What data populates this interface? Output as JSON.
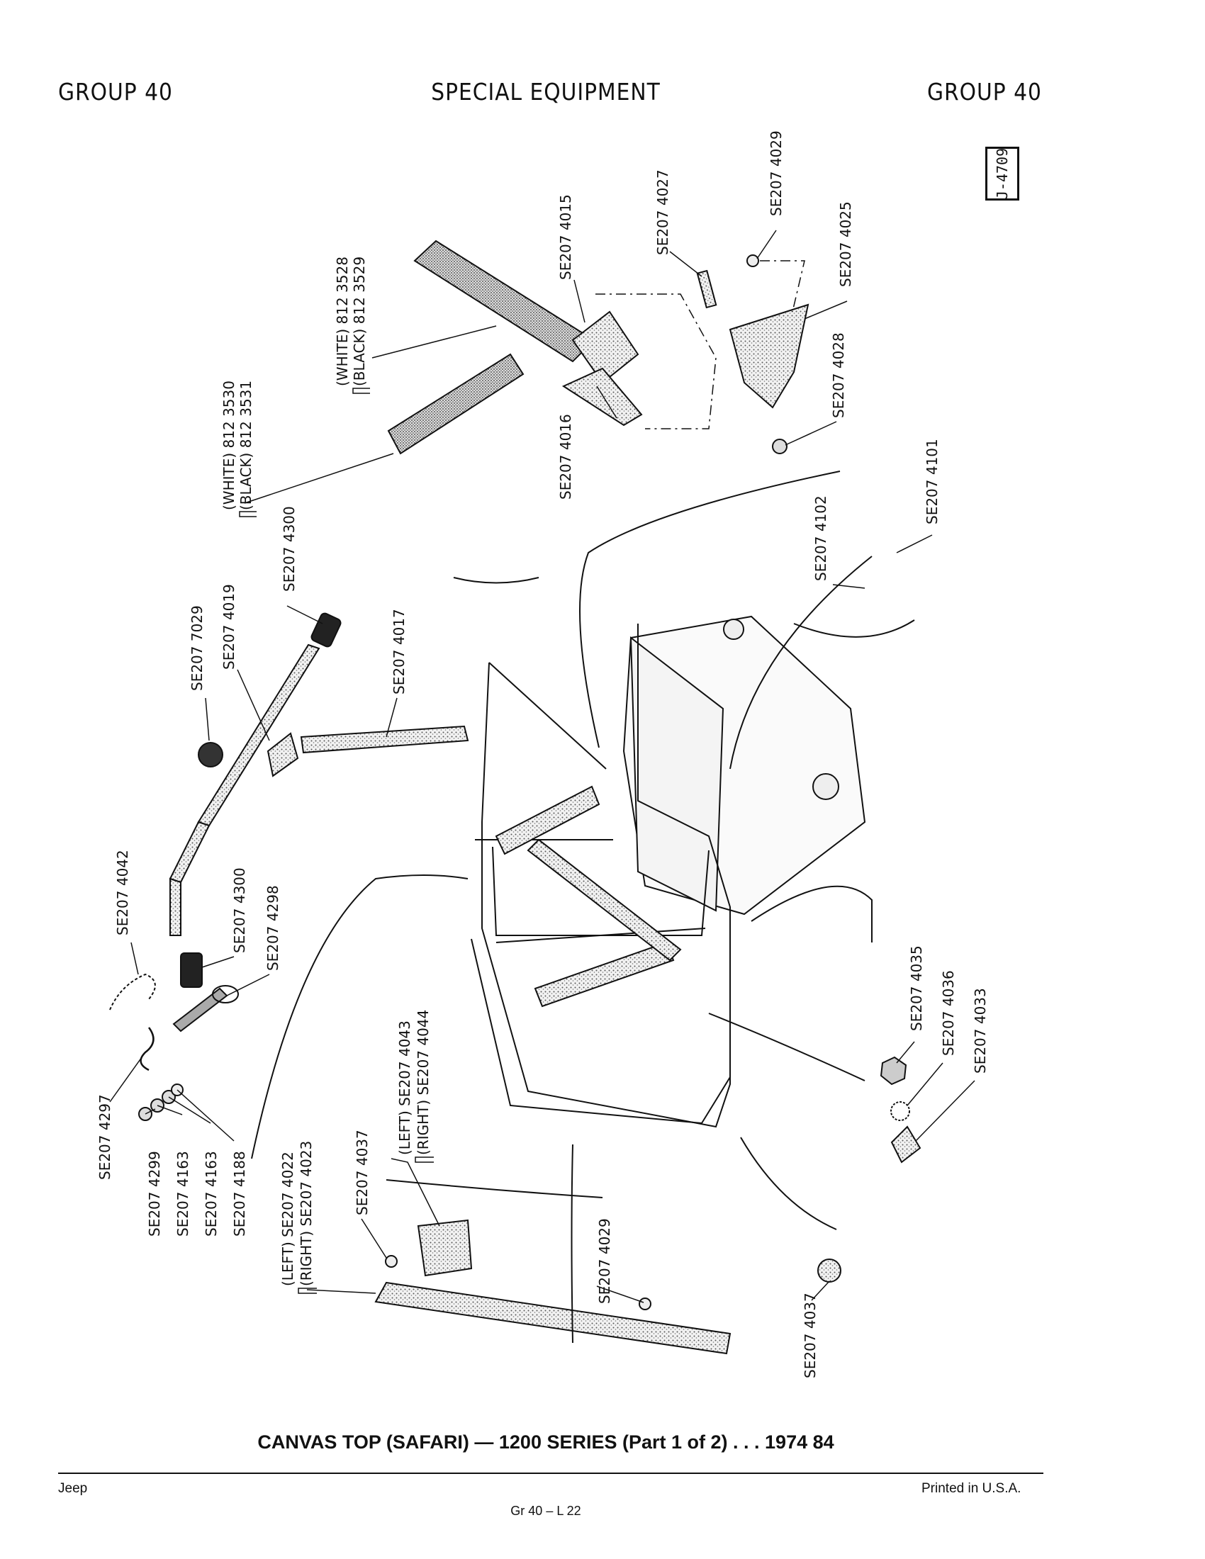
{
  "header": {
    "left": "GROUP 40",
    "center": "SPECIAL EQUIPMENT",
    "right": "GROUP 40"
  },
  "figure_id": "J-4709",
  "caption": "CANVAS TOP (SAFARI) — 1200 SERIES (Part 1 of 2) . . . 1974  84",
  "footer": {
    "left": "Jeep",
    "right": "Printed  in U.S.A.",
    "center": "Gr  40  –  L  22"
  },
  "parts": {
    "bow_front_white": "(WHITE) 812 3528",
    "bow_front_black": "(BLACK) 812 3529",
    "bow_rear_white": "(WHITE) 812 3530",
    "bow_rear_black": "(BLACK) 812 3531",
    "p4015": "SE207 4015",
    "p4016": "SE207 4016",
    "p4027": "SE207 4027",
    "p4029_top": "SE207 4029",
    "p4025": "SE207 4025",
    "p4028": "SE207 4028",
    "p4101": "SE207 4101",
    "p4102": "SE207 4102",
    "p4300_top": "SE207 4300",
    "p7029": "SE207 7029",
    "p4019": "SE207 4019",
    "p4017": "SE207 4017",
    "p4042": "SE207 4042",
    "p4300_mid": "SE207 4300",
    "p4298": "SE207 4298",
    "p4297": "SE207 4297",
    "p4299": "SE207 4299",
    "p4163_a": "SE207 4163",
    "p4163_b": "SE207 4163",
    "p4188": "SE207 4188",
    "left_4043": "(LEFT) SE207 4043",
    "right_4044": "(RIGHT) SE207 4044",
    "p4037_left": "SE207 4037",
    "left_4022": "(LEFT) SE207 4022",
    "right_4023": "(RIGHT) SE207 4023",
    "p4029_bottom": "SE207 4029",
    "p4035": "SE207 4035",
    "p4036": "SE207 4036",
    "p4033": "SE207 4033",
    "p4037_right": "SE207 4037"
  }
}
